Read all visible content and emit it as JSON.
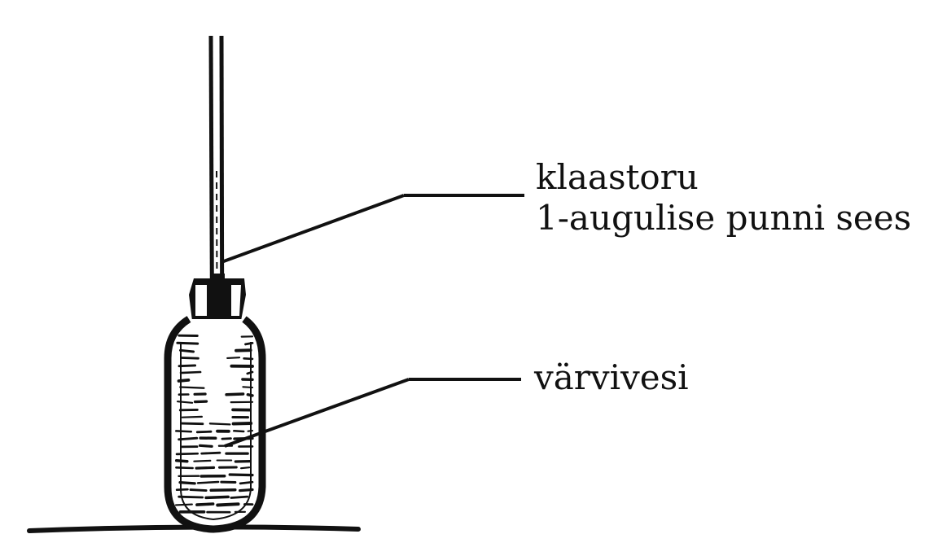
{
  "labels": {
    "tube_line1": "klaastoru",
    "tube_line2": "1-augulise punni sees",
    "water": "värvivesi"
  },
  "colors": {
    "ink": "#111111",
    "background": "#ffffff"
  }
}
